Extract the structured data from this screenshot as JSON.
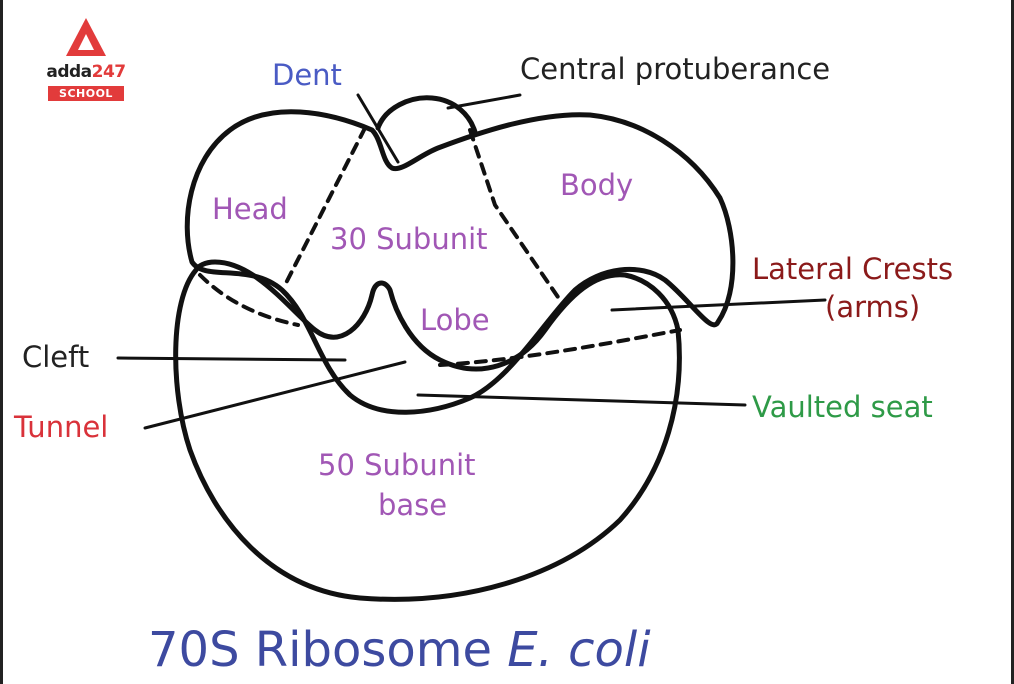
{
  "logo": {
    "word": "adda",
    "number": "247",
    "tag": "SCHOOL"
  },
  "labels": {
    "dent": "Dent",
    "central_protuberance": "Central protuberance",
    "head": "Head",
    "body": "Body",
    "subunit_30": "30 Subunit",
    "lateral_crests_line1": "Lateral Crests",
    "lateral_crests_line2": "(arms)",
    "lobe": "Lobe",
    "cleft": "Cleft",
    "tunnel": "Tunnel",
    "vaulted_seat": "Vaulted seat",
    "subunit_50_line1": "50 Subunit",
    "subunit_50_line2": "base"
  },
  "title": {
    "main": "70S Ribosome",
    "species": "E. coli"
  },
  "colors": {
    "structure_label": "#a157b5",
    "dent": "#4a5bc4",
    "lateral_crests": "#8b1a1a",
    "tunnel": "#d9323a",
    "vaulted_seat": "#2e9a47",
    "black_label": "#222222",
    "title": "#3d4aa0",
    "brand_red": "#e23b3b"
  }
}
